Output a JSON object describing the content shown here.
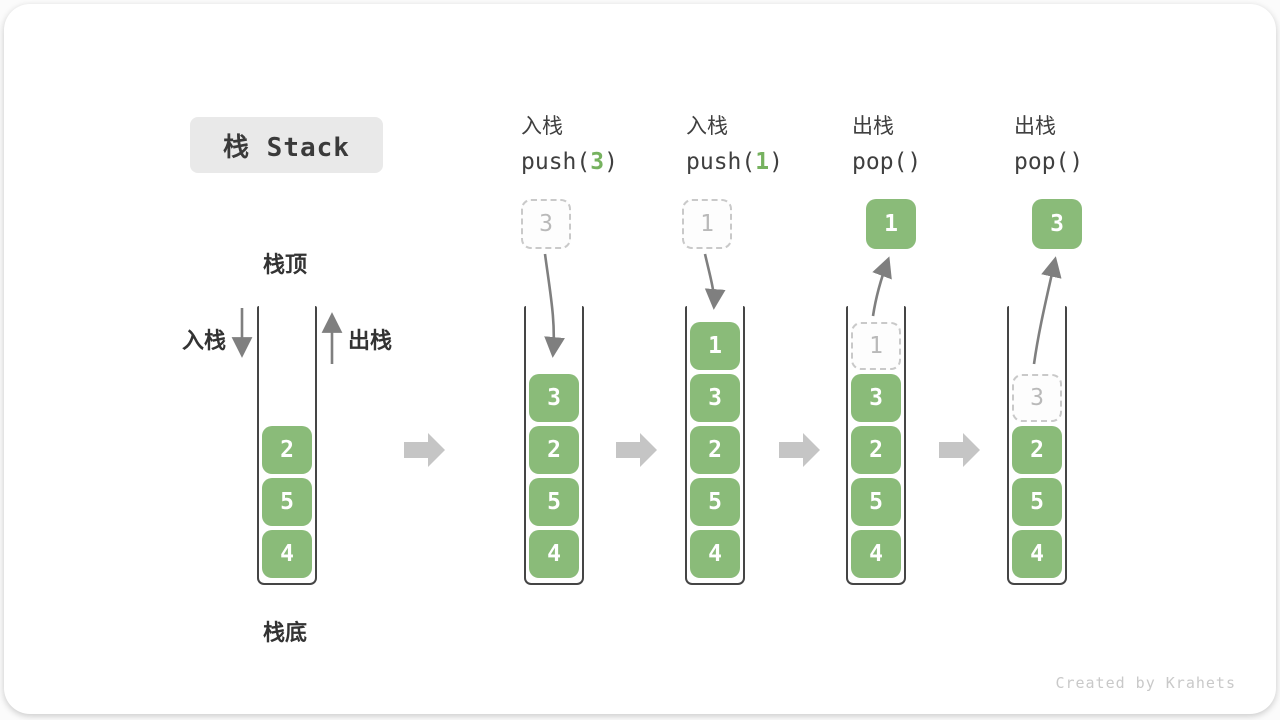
{
  "title": {
    "text": "栈 Stack"
  },
  "labels": {
    "stack_top": "栈顶",
    "stack_bottom": "栈底",
    "push_side": "入栈",
    "pop_side": "出栈"
  },
  "ops": [
    {
      "label": "入栈",
      "pre": "push(",
      "arg": "3",
      "post": ")"
    },
    {
      "label": "入栈",
      "pre": "push(",
      "arg": "1",
      "post": ")"
    },
    {
      "label": "出栈",
      "pre": "pop(",
      "arg": "",
      "post": ")"
    },
    {
      "label": "出栈",
      "pre": "pop(",
      "arg": "",
      "post": ")"
    }
  ],
  "floating_boxes": [
    {
      "value": "3",
      "variant": "dashed-pending-push"
    },
    {
      "value": "1",
      "variant": "dashed-pending-push"
    },
    {
      "value": "1",
      "variant": "solid-popped"
    },
    {
      "value": "3",
      "variant": "solid-popped"
    }
  ],
  "stacks": [
    {
      "cells": [
        {
          "v": "2"
        },
        {
          "v": "5"
        },
        {
          "v": "4"
        }
      ]
    },
    {
      "cells": [
        {
          "v": "3"
        },
        {
          "v": "2"
        },
        {
          "v": "5"
        },
        {
          "v": "4"
        }
      ]
    },
    {
      "cells": [
        {
          "v": "1"
        },
        {
          "v": "3"
        },
        {
          "v": "2"
        },
        {
          "v": "5"
        },
        {
          "v": "4"
        }
      ]
    },
    {
      "cells": [
        {
          "v": "1",
          "ghost": true
        },
        {
          "v": "3"
        },
        {
          "v": "2"
        },
        {
          "v": "5"
        },
        {
          "v": "4"
        }
      ]
    },
    {
      "cells": [
        {
          "v": "3",
          "ghost": true
        },
        {
          "v": "2"
        },
        {
          "v": "5"
        },
        {
          "v": "4"
        }
      ]
    }
  ],
  "colors": {
    "cell_green": "#8ABB79",
    "arg_green": "#76B25F",
    "ghost_gray": "#c9c9c9",
    "arrow_gray": "#7f7f7f",
    "block_arrow_gray": "#c5c5c5",
    "title_bg": "#e9e9e9",
    "text_dark": "#3a3a3a"
  },
  "credit": "Created by Krahets"
}
